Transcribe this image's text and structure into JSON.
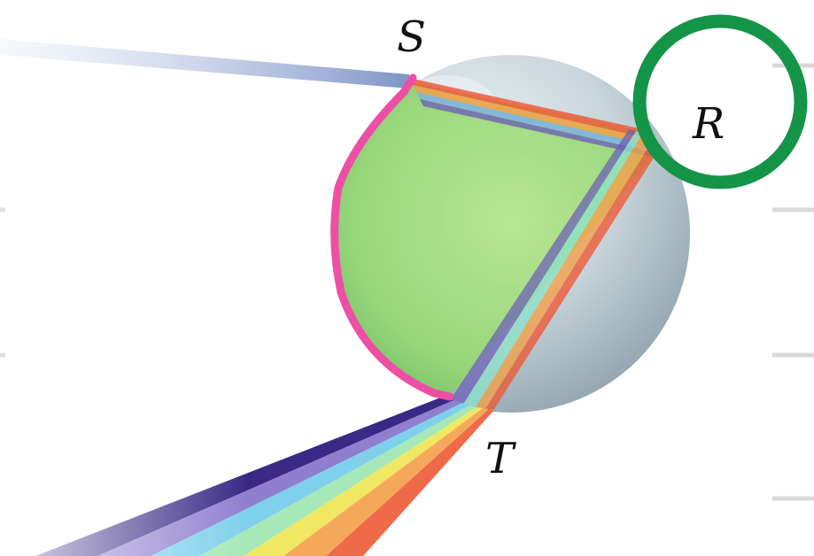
{
  "labels": {
    "s": "S",
    "r": "R",
    "t": "T"
  },
  "colors": {
    "droplet": "#b9c9d0",
    "internal_region": "#9fdc78",
    "highlight_stroke": "#ee4fa6",
    "circle_marker": "#149447",
    "incoming_ray": "#7f94c8",
    "spectrum": [
      "#3a2a86",
      "#6a5ab8",
      "#7fb2e6",
      "#8fe0c8",
      "#e9e56a",
      "#f4a04a",
      "#ee5a3a"
    ]
  }
}
